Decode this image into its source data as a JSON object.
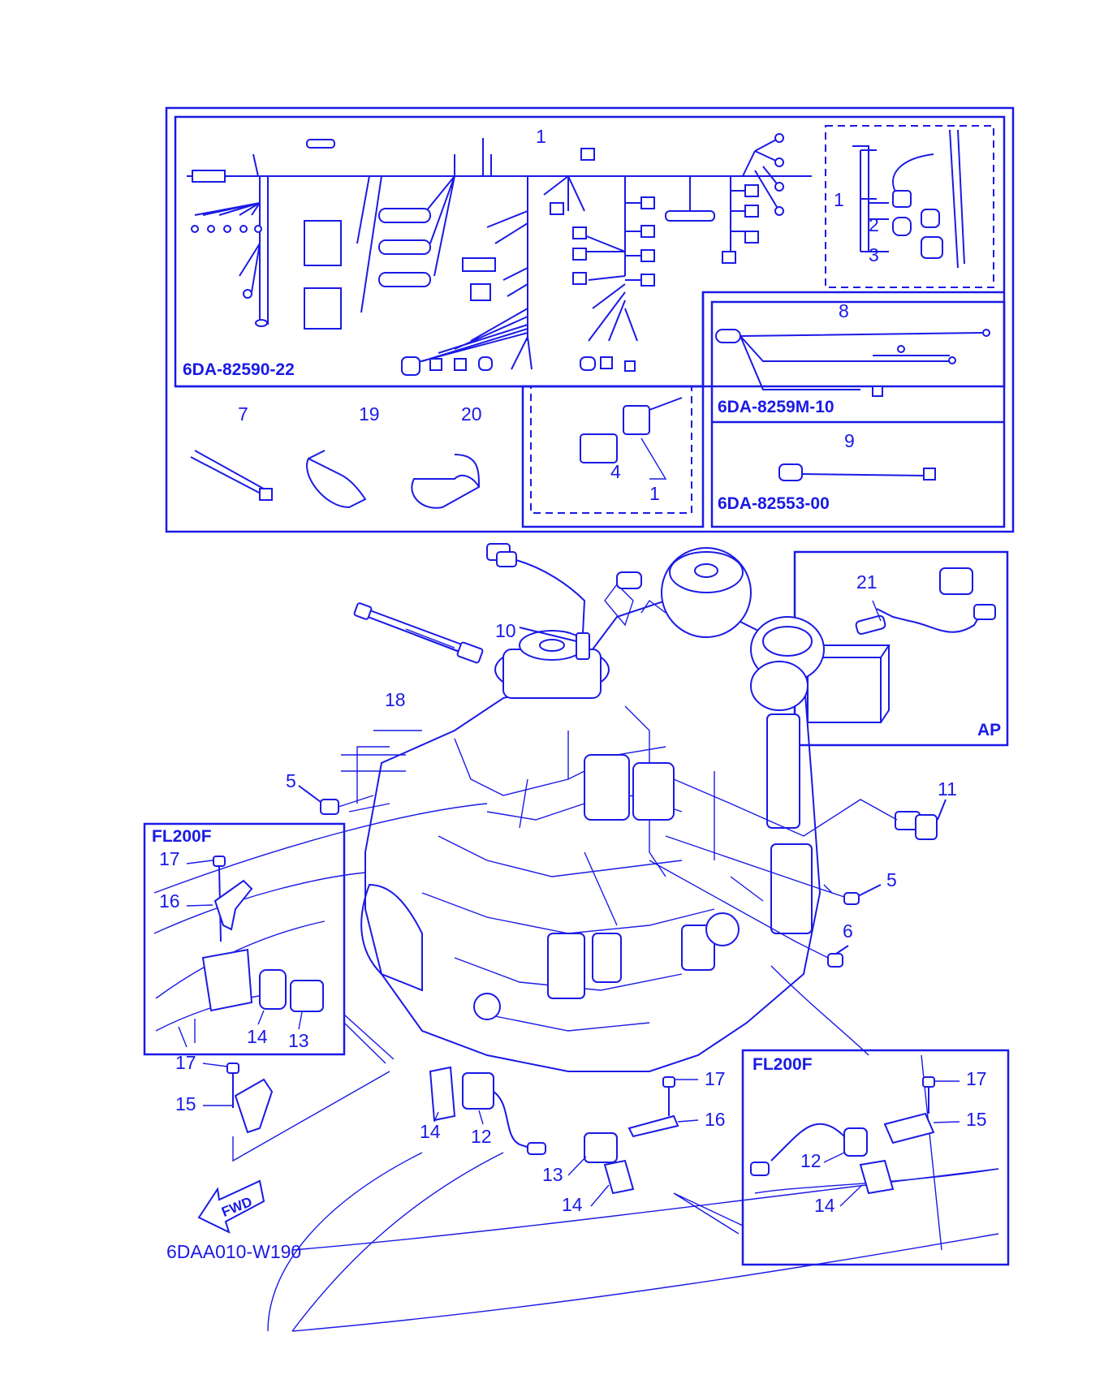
{
  "diagram": {
    "drawing_code": "6DAA010-W190",
    "fwd_arrow": "FWD",
    "harness_box": {
      "codes": [
        "6DA-82590-22",
        "6DA-8259M-10",
        "6DA-82553-00"
      ],
      "labels": {
        "main": "1",
        "sub_1": "1",
        "sub_2": "2",
        "sub_3": "3",
        "relay_4": "4",
        "relay_1": "1",
        "cable_8": "8",
        "cable_9": "9",
        "band_7": "7",
        "clamp_19": "19",
        "clamp_20": "20"
      }
    },
    "ap_box": {
      "title": "AP",
      "label_21": "21"
    },
    "engine_labels": {
      "p10": "10",
      "p18": "18",
      "p5a": "5",
      "p11": "11",
      "p5b": "5",
      "p6": "6"
    },
    "inset_left": {
      "title": "FL200F",
      "p17": "17",
      "p16": "16",
      "p14": "14",
      "p13": "13"
    },
    "bottom_labels": {
      "p17a": "17",
      "p15a": "15",
      "p14": "14",
      "p12": "12",
      "p13": "13",
      "p14b": "14",
      "p17b": "17",
      "p16": "16"
    },
    "inset_right": {
      "title": "FL200F",
      "p17": "17",
      "p15": "15",
      "p12": "12",
      "p14": "14"
    }
  }
}
